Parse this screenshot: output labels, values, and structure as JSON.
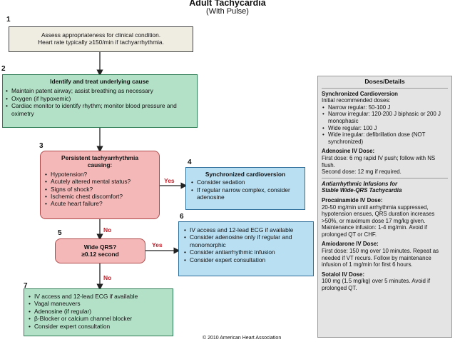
{
  "title": "Adult Tachycardia",
  "subtitle": "(With Pulse)",
  "steps": {
    "n1": "1",
    "n2": "2",
    "n3": "3",
    "n4": "4",
    "n5": "5",
    "n6": "6",
    "n7": "7",
    "box1": {
      "line1": "Assess appropriateness for clinical condition.",
      "line2": "Heart rate typically ≥150/min if tachyarrhythmia."
    },
    "box2": {
      "header": "Identify and treat underlying cause",
      "items": [
        "Maintain patent airway; assist breathing as necessary",
        "Oxygen (if hypoxemic)",
        "Cardiac monitor to identify rhythm; monitor blood pressure and oximetry"
      ]
    },
    "box3": {
      "header1": "Persistent tachyarrhythmia",
      "header2": "causing:",
      "items": [
        "Hypotension?",
        "Acutely altered mental status?",
        "Signs of shock?",
        "Ischemic chest discomfort?",
        "Acute heart failure?"
      ]
    },
    "box4": {
      "header": "Synchronized cardioversion",
      "items": [
        "Consider sedation",
        "If regular narrow complex, consider adenosine"
      ]
    },
    "box5": {
      "line1": "Wide QRS?",
      "line2": "≥0.12 second"
    },
    "box6": {
      "items": [
        "IV access and 12-lead ECG if available",
        "Consider adenosine only if regular and monomorphic",
        "Consider antiarrhythmic infusion",
        "Consider expert consultation"
      ]
    },
    "box7": {
      "items": [
        "IV access and 12-lead ECG if available",
        "Vagal maneuvers",
        "Adenosine (if regular)",
        "β-Blocker or calcium channel blocker",
        "Consider expert consultation"
      ]
    },
    "yes1": "Yes",
    "yes2": "Yes",
    "no1": "No",
    "no2": "No"
  },
  "details": {
    "header": "Doses/Details",
    "cardioversion": {
      "title": "Synchronized Cardioversion",
      "intro": "Initial recommended doses:",
      "items": [
        "Narrow regular: 50-100 J",
        "Narrow irregular: 120-200 J biphasic or 200 J monophasic",
        "Wide regular: 100 J",
        "Wide irregular: defibrillation dose (NOT synchronized)"
      ]
    },
    "adenosine": {
      "title": "Adenosine IV Dose:",
      "text1": "First dose: 6 mg rapid IV push; follow with NS flush.",
      "text2": "Second dose: 12 mg if required."
    },
    "infusions": {
      "title1": "Antiarrhythmic Infusions for",
      "title2": "Stable Wide-QRS Tachycardia"
    },
    "procainamide": {
      "title": "Procainamide IV Dose:",
      "text": "20-50 mg/min until arrhythmia suppressed, hypotension ensues, QRS duration increases >50%, or maximum dose 17 mg/kg given. Maintenance infusion: 1-4 mg/min. Avoid if prolonged QT or CHF."
    },
    "amiodarone": {
      "title": "Amiodarone IV Dose:",
      "text": "First dose: 150 mg over 10 minutes. Repeat as needed if VT recurs. Follow by maintenance infusion of 1 mg/min for first 6 hours."
    },
    "sotalol": {
      "title": "Sotalol IV Dose:",
      "text": "100 mg (1.5 mg/kg) over 5 minutes. Avoid if prolonged QT."
    }
  },
  "footer": "© 2010 American Heart Association"
}
